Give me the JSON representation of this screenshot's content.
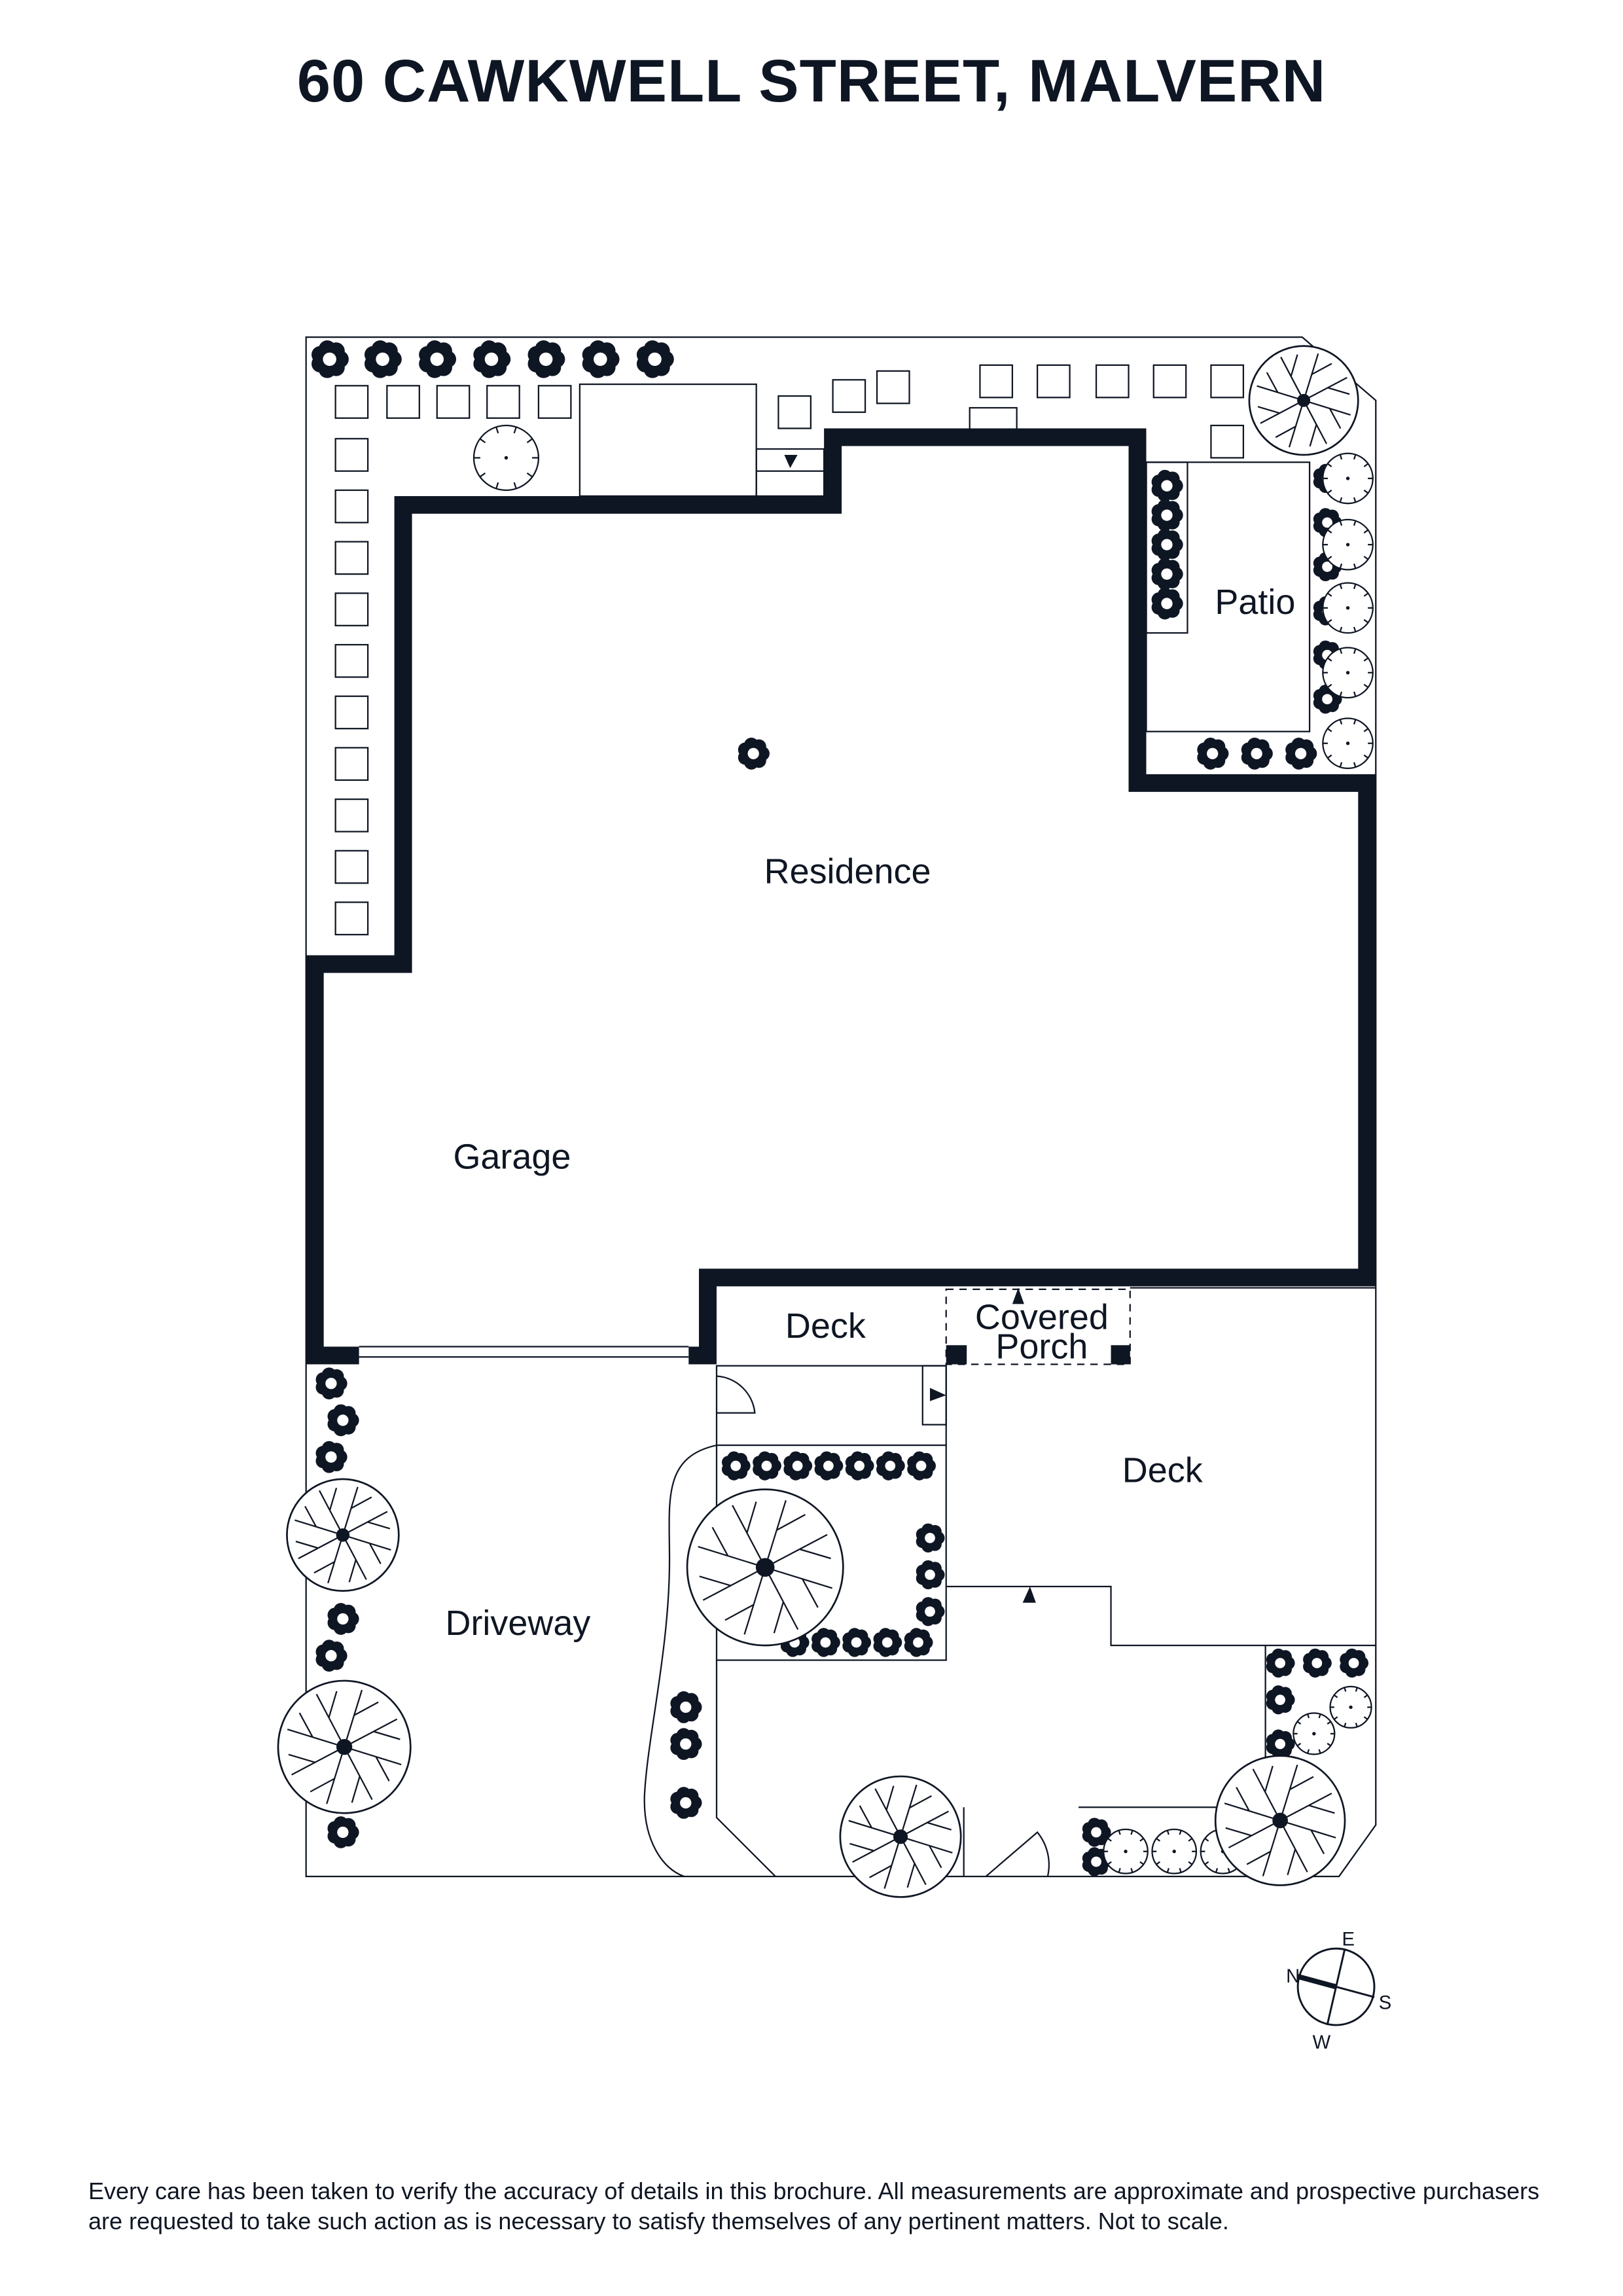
{
  "title": "60 CAWKWELL STREET, MALVERN",
  "rooms": {
    "residence": "Residence",
    "garage": "Garage",
    "patio": "Patio",
    "deck_upper": "Deck",
    "covered_porch_line1": "Covered",
    "covered_porch_line2": "Porch",
    "deck_lower": "Deck",
    "driveway": "Driveway"
  },
  "compass": {
    "n": "N",
    "e": "E",
    "s": "S",
    "w": "W"
  },
  "disclaimer": "Every care has been taken to verify the accuracy of details in this brochure. All measurements are approximate and prospective purchasers are requested to take such action as is necessary to satisfy themselves of any pertinent matters. Not to scale.",
  "colors": {
    "ink": "#0f1623",
    "background": "#ffffff"
  }
}
